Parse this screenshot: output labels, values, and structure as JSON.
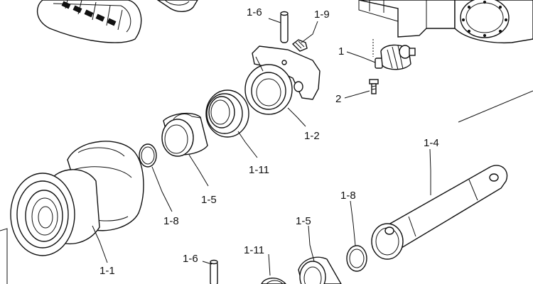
{
  "callouts": {
    "c1_6_top": "1-6",
    "c1_9": "1-9",
    "c1": "1",
    "c2": "2",
    "c1_2": "1-2",
    "c1_11_mid": "1-11",
    "c1_4": "1-4",
    "c1_5_left": "1-5",
    "c1_8_left": "1-8",
    "c1_8_right": "1-8",
    "c1_5_right": "1-5",
    "c1_1": "1-1",
    "c1_6_bottom": "1-6",
    "c1_11_bottom": "1-11"
  }
}
